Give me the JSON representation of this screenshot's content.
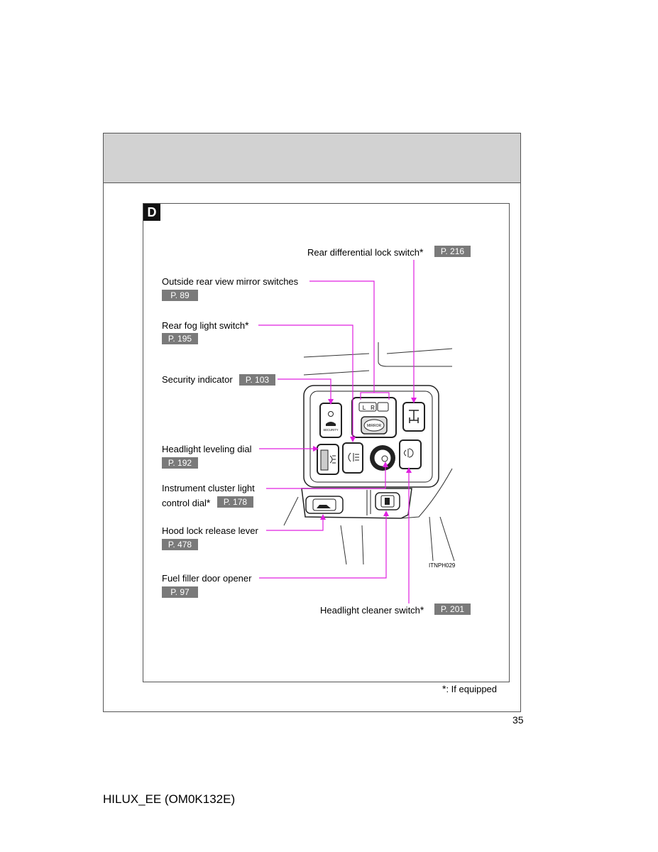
{
  "section": {
    "badge": "D"
  },
  "callouts": {
    "rear_diff": {
      "label": "Rear differential lock switch",
      "star": "*",
      "page": "P. 216"
    },
    "mirror": {
      "label": "Outside rear view mirror switches",
      "page": "P. 89"
    },
    "rear_fog": {
      "label": "Rear fog light switch",
      "star": "*",
      "page": "P. 195"
    },
    "security": {
      "label": "Security indicator",
      "page": "P. 103"
    },
    "leveling": {
      "label": "Headlight leveling dial",
      "page": "P. 192"
    },
    "cluster": {
      "label_line1": "Instrument cluster light",
      "label_line2": "control dial",
      "star": "*",
      "page": "P. 178"
    },
    "hood": {
      "label": "Hood lock release lever",
      "page": "P. 478"
    },
    "fuel": {
      "label": "Fuel filler door opener",
      "page": "P. 97"
    },
    "cleaner": {
      "label": "Headlight cleaner switch",
      "star": "*",
      "page": "P. 201"
    }
  },
  "illustration": {
    "code": "ITNPH029",
    "security_text": "SECURITY",
    "mirror_text": "MIRROR",
    "mirror_left": "L",
    "mirror_right": "R"
  },
  "footnote": {
    "star": "*",
    "text": ": If equipped"
  },
  "page_number": "35",
  "doc_code": "HILUX_EE (OM0K132E)",
  "colors": {
    "leader": "#e020e0",
    "page_ref_bg": "#7a7a7a",
    "header_band": "#d2d2d2"
  }
}
